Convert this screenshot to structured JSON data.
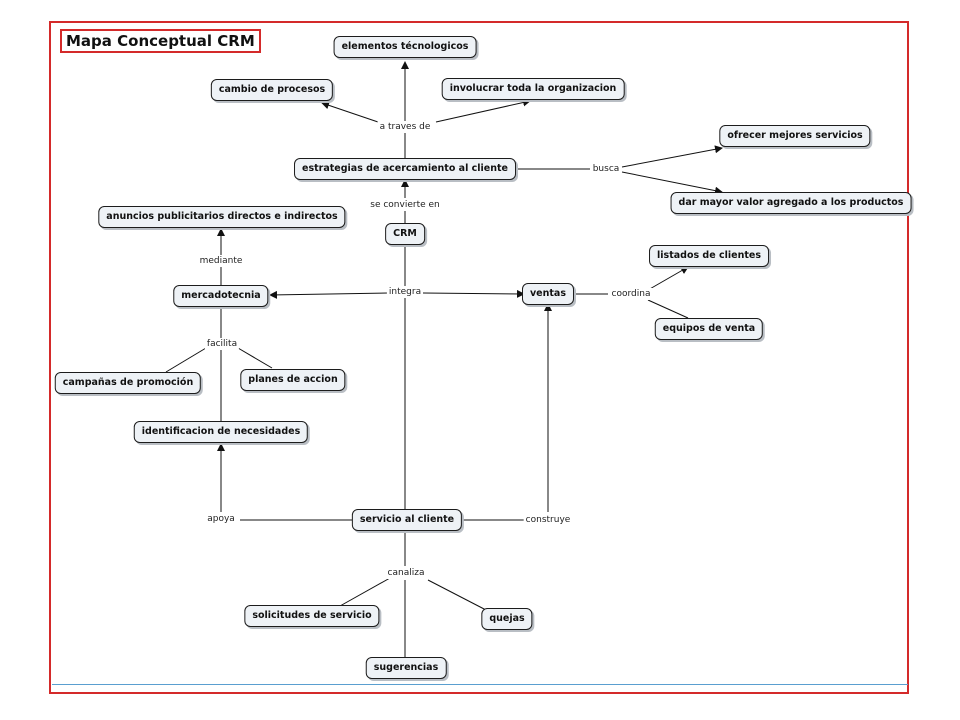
{
  "title": "Mapa Conceptual CRM",
  "nodes": {
    "elementos": "elementos técnologicos",
    "cambio": "cambio de procesos",
    "involucrar": "involucrar toda la organizacion",
    "estrategias": "estrategias de acercamiento al cliente",
    "ofrecer": "ofrecer mejores servicios",
    "dar": "dar mayor valor agregado a los productos",
    "anuncios": "anuncios publicitarios directos e indirectos",
    "crm": "CRM",
    "mercadotecnia": "mercadotecnia",
    "ventas": "ventas",
    "listados": "listados de clientes",
    "equipos": "equipos de venta",
    "campanas": "campañas de promoción",
    "planes": "planes de accion",
    "identificacion": "identificacion de necesidades",
    "servicio": "servicio al cliente",
    "solicitudes": "solicitudes de servicio",
    "quejas": "quejas",
    "sugerencias": "sugerencias"
  },
  "links": {
    "a_traves_de": "a traves de",
    "busca": "busca",
    "se_convierte_en": "se convierte en",
    "mediante": "mediante",
    "integra": "integra",
    "coordina": "coordina",
    "facilita": "facilita",
    "apoya": "apoya",
    "construye": "construye",
    "canaliza": "canaliza"
  }
}
